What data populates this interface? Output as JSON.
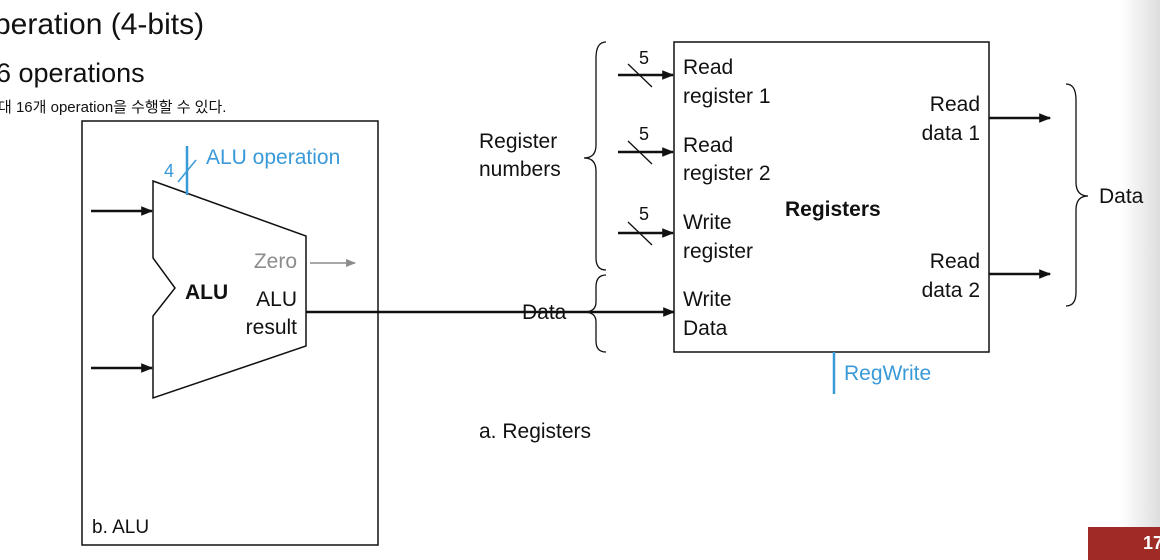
{
  "slide": {
    "title": "peration (4-bits)",
    "bullet": "6 operations",
    "subnote": "대 16개 operation을 수행할 수 있다.",
    "page_number": "17"
  },
  "alu_panel": {
    "caption": "b. ALU",
    "alu_label": "ALU",
    "operation_label": "ALU operation",
    "operation_bits": "4",
    "zero_label": "Zero",
    "result_label_1": "ALU",
    "result_label_2": "result"
  },
  "registers_panel": {
    "caption": "a. Registers",
    "title": "Registers",
    "register_numbers_1": "Register",
    "register_numbers_2": "numbers",
    "bits_read1": "5",
    "bits_read2": "5",
    "bits_write": "5",
    "read_register_1_a": "Read",
    "read_register_1_b": "register 1",
    "read_register_2_a": "Read",
    "read_register_2_b": "register 2",
    "write_register_a": "Write",
    "write_register_b": "register",
    "write_data_a": "Write",
    "write_data_b": "Data",
    "read_data_1_a": "Read",
    "read_data_1_b": "data 1",
    "read_data_2_a": "Read",
    "read_data_2_b": "data 2",
    "data_in_label": "Data",
    "data_out_label": "Data",
    "regwrite_label": "RegWrite"
  },
  "colors": {
    "control_blue": "#3a9ad9",
    "zero_gray": "#8c8c8c",
    "line_black": "#111111",
    "page_tab": "#9e2b25"
  }
}
